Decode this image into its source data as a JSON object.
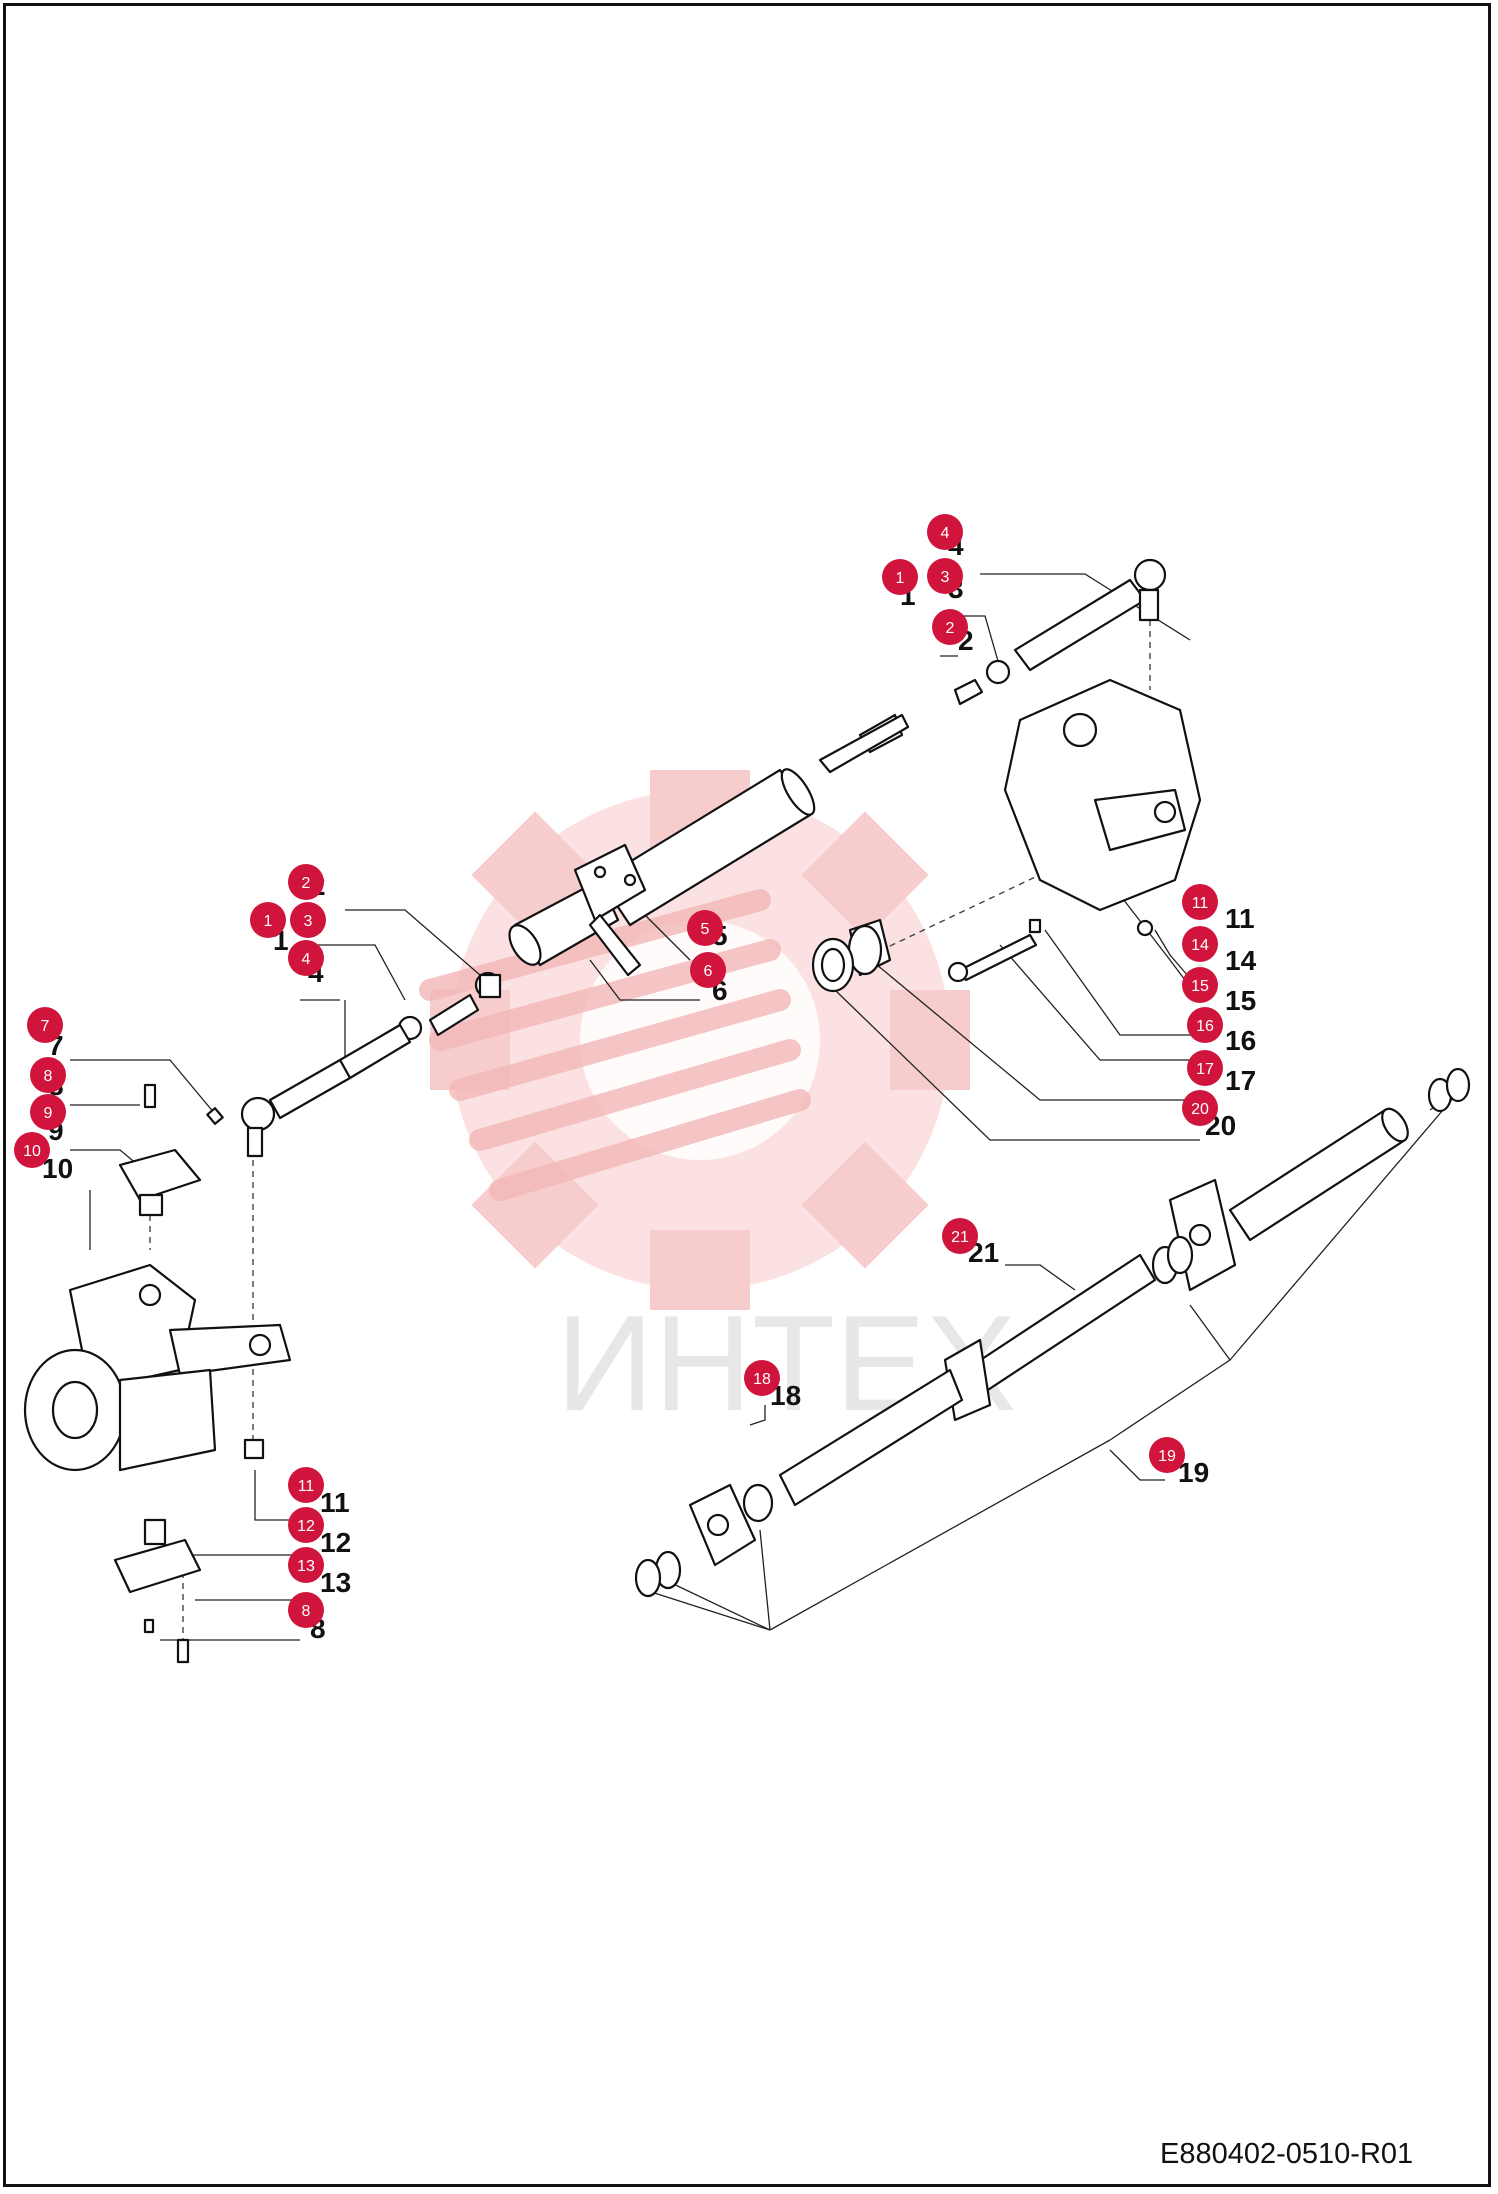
{
  "drawing": {
    "code": "E880402-0510-R01",
    "watermark_text": "ИНТЕХ",
    "accent_color": "#d0143b",
    "watermark_color": "#f6c9c9"
  },
  "callouts": [
    {
      "n": "1"
    },
    {
      "n": "2"
    },
    {
      "n": "3"
    },
    {
      "n": "4"
    },
    {
      "n": "5"
    },
    {
      "n": "6"
    },
    {
      "n": "7"
    },
    {
      "n": "8"
    },
    {
      "n": "9"
    },
    {
      "n": "10"
    },
    {
      "n": "11"
    },
    {
      "n": "12"
    },
    {
      "n": "13"
    },
    {
      "n": "14"
    },
    {
      "n": "15"
    },
    {
      "n": "16"
    },
    {
      "n": "17"
    },
    {
      "n": "18"
    },
    {
      "n": "19"
    },
    {
      "n": "20"
    },
    {
      "n": "21"
    }
  ],
  "part_numbers": [
    {
      "n": "1"
    },
    {
      "n": "2"
    },
    {
      "n": "3"
    },
    {
      "n": "4"
    },
    {
      "n": "5"
    },
    {
      "n": "6"
    },
    {
      "n": "7"
    },
    {
      "n": "8"
    },
    {
      "n": "9"
    },
    {
      "n": "10"
    },
    {
      "n": "11"
    },
    {
      "n": "12"
    },
    {
      "n": "13"
    },
    {
      "n": "14"
    },
    {
      "n": "15"
    },
    {
      "n": "16"
    },
    {
      "n": "17"
    },
    {
      "n": "18"
    },
    {
      "n": "19"
    },
    {
      "n": "20"
    },
    {
      "n": "21"
    }
  ]
}
